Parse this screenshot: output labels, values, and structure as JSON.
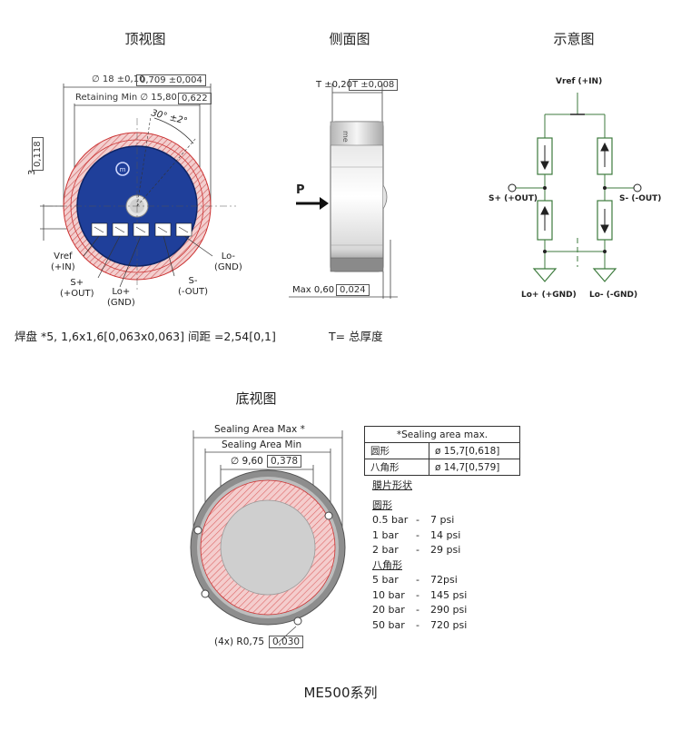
{
  "titles": {
    "top_view": "顶视图",
    "side_view": "侧面图",
    "schematic": "示意图",
    "bottom_view": "底视图",
    "series": "ME500系列"
  },
  "top_view": {
    "dim_diameter": "∅ 18 ±0,10",
    "dim_diameter_in": "0,709 ±0,004",
    "dim_retaining": "Retaining Min ∅ 15,80",
    "dim_retaining_in": "0,622",
    "dim_angle": "30° ±2°",
    "dim_offset": "3",
    "dim_offset_in": "0,118",
    "pin_vref": "Vref",
    "pin_vref_sub": "(+IN)",
    "pin_splus": "S+",
    "pin_splus_sub": "(+OUT)",
    "pin_loplus": "Lo+",
    "pin_loplus_sub": "(GND)",
    "pin_sminus": "S-",
    "pin_sminus_sub": "(-OUT)",
    "pin_lominus": "Lo-",
    "pin_lominus_sub": "(GND)",
    "note": "焊盘 *5, 1,6x1,6[0,063x0,063] 间距 =2,54[0,1]"
  },
  "side_view": {
    "dim_t": "T ±0,20",
    "dim_t_in": "T ±0,008",
    "dim_max": "Max 0,60",
    "dim_max_in": "0,024",
    "label_p": "P",
    "note": "T= 总厚度"
  },
  "schematic": {
    "vref": "Vref (+IN)",
    "splus": "S+ (+OUT)",
    "sminus": "S- (-OUT)",
    "loplus": "Lo+ (+GND)",
    "lominus": "Lo- (-GND)"
  },
  "bottom_view": {
    "sealing_max": "Sealing Area Max *",
    "sealing_min": "Sealing Area Min",
    "dim_inner": "∅ 9,60",
    "dim_inner_in": "0,378",
    "dim_radius": "(4x) R0,75",
    "dim_radius_in": "0,030"
  },
  "sealing_table": {
    "header": "*Sealing area max.",
    "rows": [
      {
        "shape": "圆形",
        "value": "ø 15,7[0,618]"
      },
      {
        "shape": "八角形",
        "value": "ø 14,7[0,579]"
      }
    ]
  },
  "membrane": {
    "title": "膜片形状",
    "round_label": "圆形",
    "round": [
      {
        "bar": "0.5 bar",
        "psi": "7 psi"
      },
      {
        "bar": "1 bar",
        "psi": "14 psi"
      },
      {
        "bar": "2 bar",
        "psi": "29 psi"
      }
    ],
    "octagon_label": "八角形",
    "octagon": [
      {
        "bar": "5 bar",
        "psi": "72psi"
      },
      {
        "bar": "10 bar",
        "psi": "145 psi"
      },
      {
        "bar": "20 bar",
        "psi": "290 psi"
      },
      {
        "bar": "50 bar",
        "psi": "720 psi"
      }
    ]
  },
  "colors": {
    "ceramic_blue": "#1f3f9a",
    "seal_red": "#d96a6a",
    "seal_fill": "#f1c7c7",
    "steel": "#9a9a9a",
    "green": "#3c7a3c"
  }
}
